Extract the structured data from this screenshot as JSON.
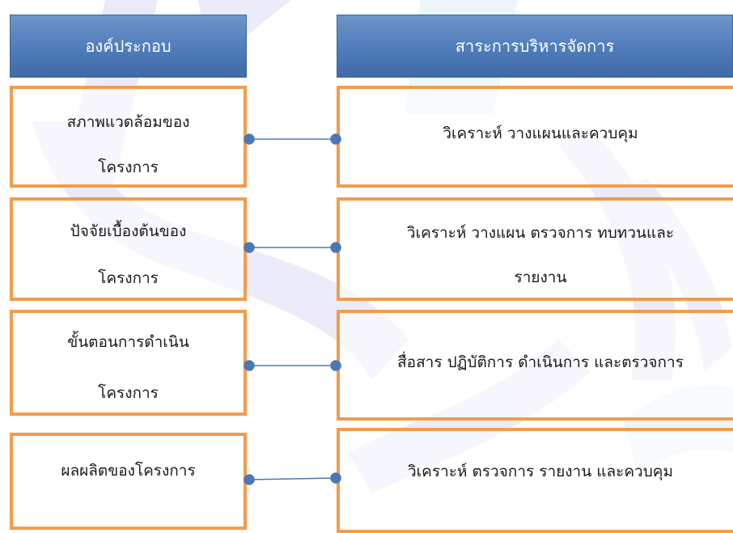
{
  "headers": {
    "left": "องค์ประกอบ",
    "right": "สาระการบริหารจัดการ"
  },
  "rows": [
    {
      "left": [
        "สภาพแวดล้อมของ",
        "โครงการ"
      ],
      "right": [
        "วิเคราะห์ วางแผนและควบคุม"
      ]
    },
    {
      "left": [
        "ปัจจัยเบื้องต้นของ",
        "โครงการ"
      ],
      "right": [
        "วิเคราะห์ วางแผน ตรวจการ ทบทวนและ",
        "รายงาน"
      ]
    },
    {
      "left": [
        "ขั้นตอนการดำเนิน",
        "โครงการ"
      ],
      "right": [
        "สื่อสาร ปฏิบัติการ  ดำเนินการ และตรวจการ"
      ]
    },
    {
      "left": [
        "ผลผลิตของโครงการ"
      ],
      "right": [
        "วิเคราะห์ ตรวจการ รายงาน และควบคุม"
      ]
    }
  ],
  "colors": {
    "header_fill": "#4f7cba",
    "box_border": "#f39b4c",
    "connector": "#4a78b5",
    "watermark": "#6b63d6"
  }
}
